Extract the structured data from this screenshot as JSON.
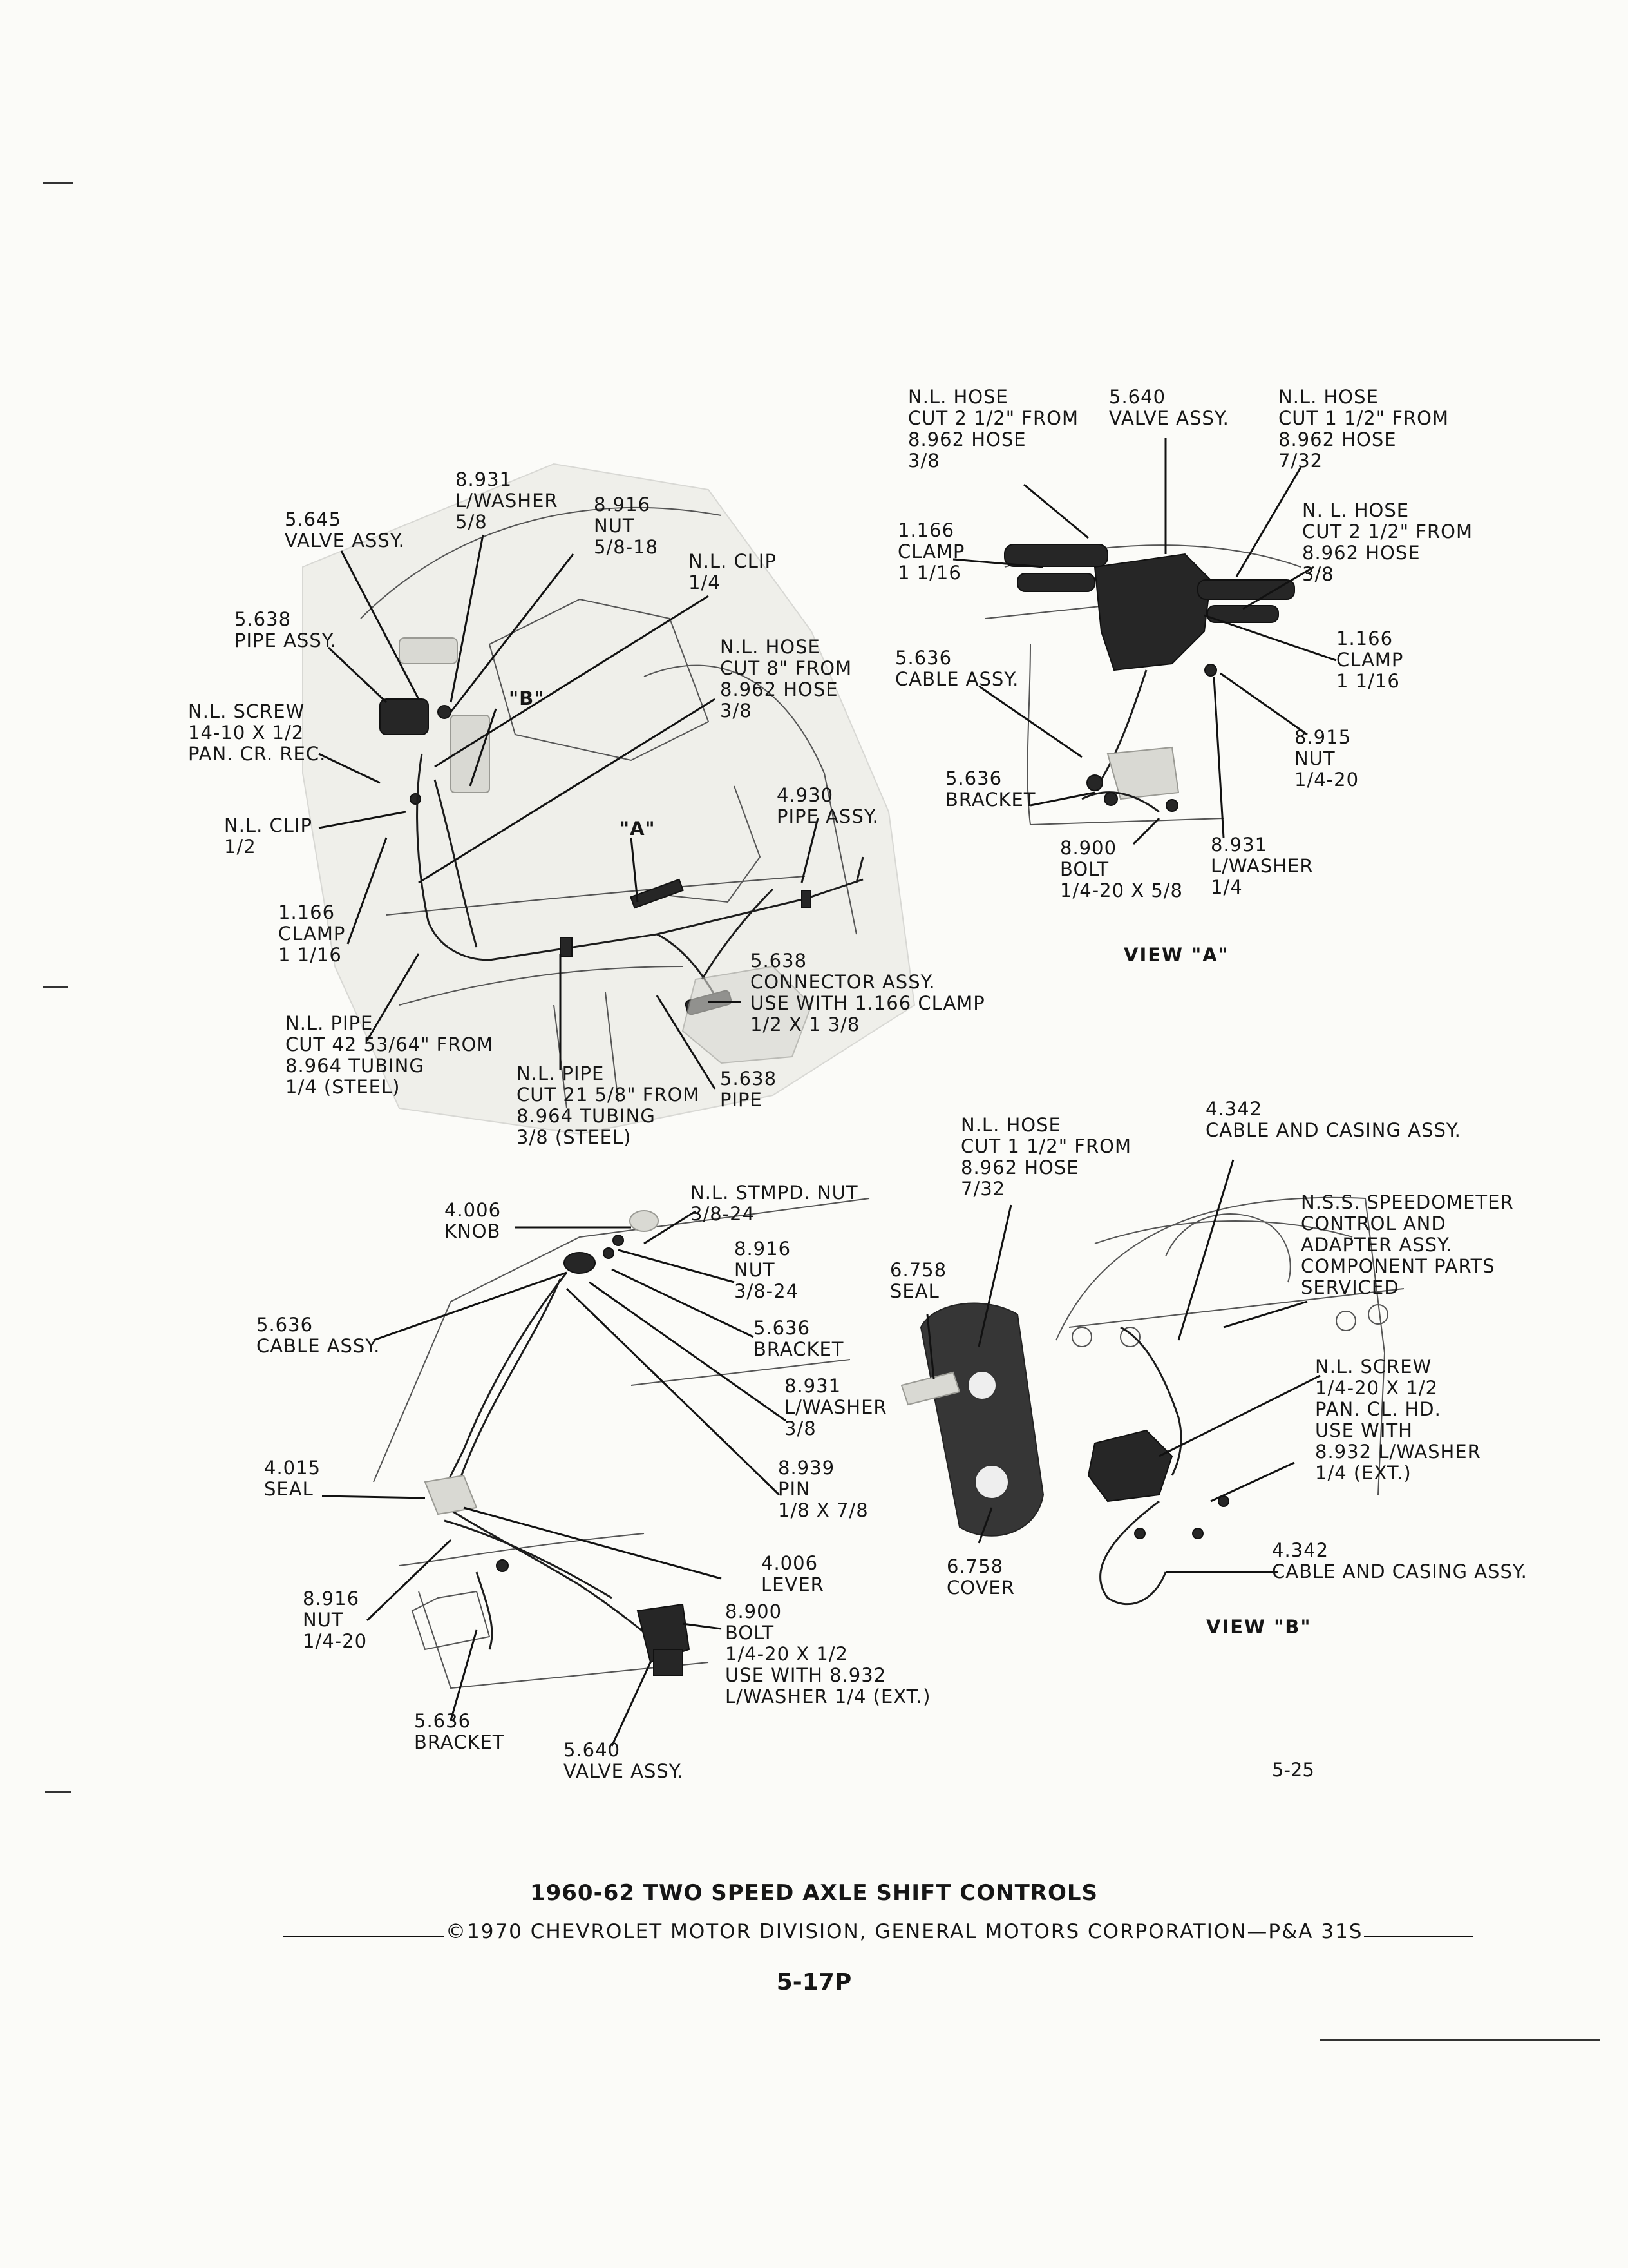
{
  "document": {
    "title": "1960-62 TWO SPEED AXLE SHIFT CONTROLS",
    "copyright": "©1970 CHEVROLET MOTOR DIVISION, GENERAL MOTORS CORPORATION—P&A 31S",
    "page_number": "5-17P",
    "figure_number": "5-25"
  },
  "views": {
    "a": "VIEW \"A\"",
    "b": "VIEW \"B\""
  },
  "callouts": {
    "main": {
      "washer_8931": [
        "8.931",
        "L/WASHER",
        "5/8"
      ],
      "nut_8916": [
        "8.916",
        "NUT",
        "5/8-18"
      ],
      "valve_5645": [
        "5.645",
        "VALVE ASSY."
      ],
      "clip_nl_top": [
        "N.L. CLIP",
        "1/4"
      ],
      "pipe_5638": [
        "5.638",
        "PIPE ASSY."
      ],
      "hose_nl_8in": [
        "N.L. HOSE",
        "CUT 8\" FROM",
        "8.962 HOSE",
        "3/8"
      ],
      "ref_b": [
        "\"B\""
      ],
      "screw_nl": [
        "N.L. SCREW",
        "14-10 x 1/2",
        "PAN. CR. REC."
      ],
      "clip_nl_half": [
        "N.L. CLIP",
        "1/2"
      ],
      "pipe_4930": [
        "4.930",
        "PIPE ASSY."
      ],
      "ref_a": [
        "\"A\""
      ],
      "clamp_1166": [
        "1.166",
        "CLAMP",
        "1 1/16"
      ],
      "connector_5638": [
        "5.638",
        "CONNECTOR ASSY.",
        "USE WITH 1.166 CLAMP",
        "1/2 x 1 3/8"
      ],
      "pipe_nl_42": [
        "N.L. PIPE",
        "CUT 42 53/64\" FROM",
        "8.964 TUBING",
        "1/4 (STEEL)"
      ],
      "pipe_nl_21": [
        "N.L. PIPE",
        "CUT 21 5/8\" FROM",
        "8.964 TUBING",
        "3/8 (STEEL)"
      ],
      "pipe_5638_b": [
        "5.638",
        "PIPE"
      ]
    },
    "view_a": {
      "hose_nl_2half": [
        "N.L. HOSE",
        "CUT 2 1/2\" FROM",
        "8.962 HOSE",
        "3/8"
      ],
      "valve_5640": [
        "5.640",
        "VALVE ASSY."
      ],
      "hose_nl_1half": [
        "N.L. HOSE",
        "CUT 1 1/2\" FROM",
        "8.962 HOSE",
        "7/32"
      ],
      "clamp_left": [
        "1.166",
        "CLAMP",
        "1 1/16"
      ],
      "hose_nl_2half_b": [
        "N. L. HOSE",
        "CUT 2 1/2\" FROM",
        "8.962 HOSE",
        "3/8"
      ],
      "clamp_right": [
        "1.166",
        "CLAMP",
        "1 1/16"
      ],
      "cable_5636": [
        "5.636",
        "CABLE ASSY."
      ],
      "nut_8915": [
        "8.915",
        "NUT",
        "1/4-20"
      ],
      "bracket_5636": [
        "5.636",
        "BRACKET"
      ],
      "bolt_8900": [
        "8.900",
        "BOLT",
        "1/4-20 x 5/8"
      ],
      "washer_8931": [
        "8.931",
        "L/WASHER",
        "1/4"
      ]
    },
    "lower_left": {
      "stmpd_nut": [
        "N.L. STMPD. NUT",
        "3/8-24"
      ],
      "knob_4006": [
        "4.006",
        "KNOB"
      ],
      "nut_8916": [
        "8.916",
        "NUT",
        "3/8-24"
      ],
      "cable_5636": [
        "5.636",
        "CABLE ASSY."
      ],
      "bracket_5636": [
        "5.636",
        "BRACKET"
      ],
      "washer_8931": [
        "8.931",
        "L/WASHER",
        "3/8"
      ],
      "seal_4015": [
        "4.015",
        "SEAL"
      ],
      "pin_8939": [
        "8.939",
        "PIN",
        "1/8 x 7/8"
      ],
      "lever_4006": [
        "4.006",
        "LEVER"
      ],
      "nut_8916_b": [
        "8.916",
        "NUT",
        "1/4-20"
      ],
      "bolt_8900": [
        "8.900",
        "BOLT",
        "1/4-20 x 1/2",
        "USE WITH 8.932",
        "L/WASHER 1/4 (EXT.)"
      ],
      "bracket_5636_b": [
        "5.636",
        "BRACKET"
      ],
      "valve_5640": [
        "5.640",
        "VALVE ASSY."
      ]
    },
    "view_b": {
      "hose_nl": [
        "N.L. HOSE",
        "CUT 1 1/2\" FROM",
        "8.962 HOSE",
        "7/32"
      ],
      "cable_4342_top": [
        "4.342",
        "CABLE AND CASING ASSY."
      ],
      "speedometer": [
        "N.S.S. SPEEDOMETER",
        "CONTROL AND",
        "ADAPTER ASSY.",
        "COMPONENT PARTS",
        "SERVICED"
      ],
      "seal_6758": [
        "6.758",
        "SEAL"
      ],
      "screw_nl": [
        "N.L. SCREW",
        "1/4-20 x 1/2",
        "PAN. CL. HD.",
        "USE WITH",
        "8.932 L/WASHER",
        "1/4 (EXT.)"
      ],
      "cover_6758": [
        "6.758",
        "COVER"
      ],
      "cable_4342_bottom": [
        "4.342",
        "CABLE AND CASING ASSY."
      ]
    }
  }
}
